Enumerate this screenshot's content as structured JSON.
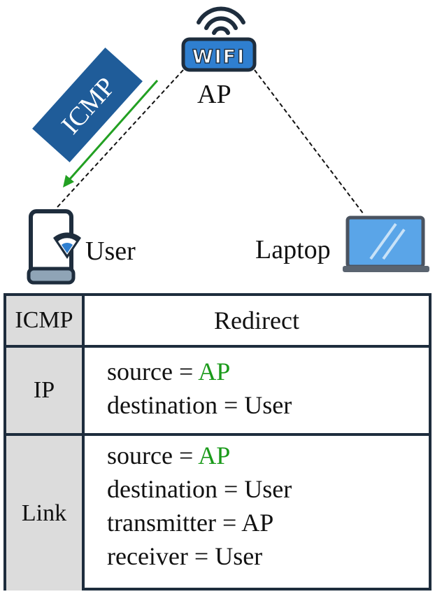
{
  "nodes": {
    "ap": {
      "label": "AP",
      "icon": "wifi-router-icon",
      "badge_text": "WIFI"
    },
    "user": {
      "label": "User",
      "icon": "smartphone-wifi-icon"
    },
    "laptop": {
      "label": "Laptop",
      "icon": "laptop-icon"
    }
  },
  "arrow": {
    "label": "ICMP",
    "color": "#22a022",
    "label_bg": "#1f5c99"
  },
  "table": {
    "header": {
      "left": "ICMP",
      "right": "Redirect"
    },
    "ip": {
      "left": "IP",
      "fields": [
        {
          "key": "source = ",
          "value": "AP",
          "highlight": true
        },
        {
          "key": "destination = User",
          "value": "",
          "highlight": false
        }
      ]
    },
    "link": {
      "left": "Link",
      "fields": [
        {
          "key": "source = ",
          "value": "AP",
          "highlight": true
        },
        {
          "key": "destination = User",
          "value": "",
          "highlight": false
        },
        {
          "key": "transmitter = AP",
          "value": "",
          "highlight": false
        },
        {
          "key": "receiver = User",
          "value": "",
          "highlight": false
        }
      ]
    }
  },
  "colors": {
    "highlight": "#1a9a1a",
    "border": "#1e2d3d",
    "left_cell_bg": "#dcdcdc"
  }
}
